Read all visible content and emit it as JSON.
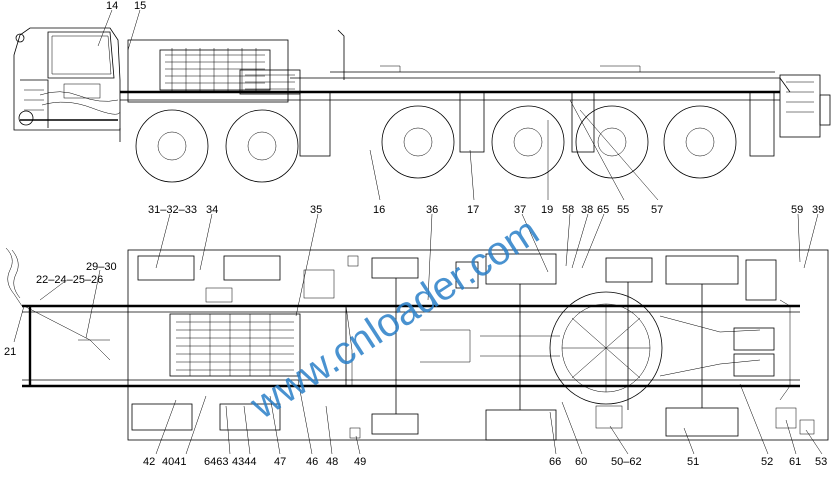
{
  "labels": {
    "l14": "14",
    "l15": "15",
    "l16": "16",
    "l17": "17",
    "l19": "19",
    "l55": "55",
    "l57": "57",
    "l31": "31–32–33",
    "l34": "34",
    "l35": "35",
    "l36": "36",
    "l37": "37",
    "l58": "58",
    "l38": "38",
    "l65": "65",
    "l59": "59",
    "l39": "39",
    "l29": "29–30",
    "l22": "22–24–25–26",
    "l21": "21",
    "l42": "42",
    "l40": "4041",
    "l64": "6463",
    "l43": "4344",
    "l47": "47",
    "l46": "46",
    "l48": "48",
    "l49": "49",
    "l66": "66",
    "l60": "60",
    "l50": "50–62",
    "l51": "51",
    "l52": "52",
    "l61": "61",
    "l53": "53"
  },
  "watermark": "www.cnloader.com",
  "colors": {
    "watermark": "#2a7fc8",
    "ink": "#000000"
  }
}
